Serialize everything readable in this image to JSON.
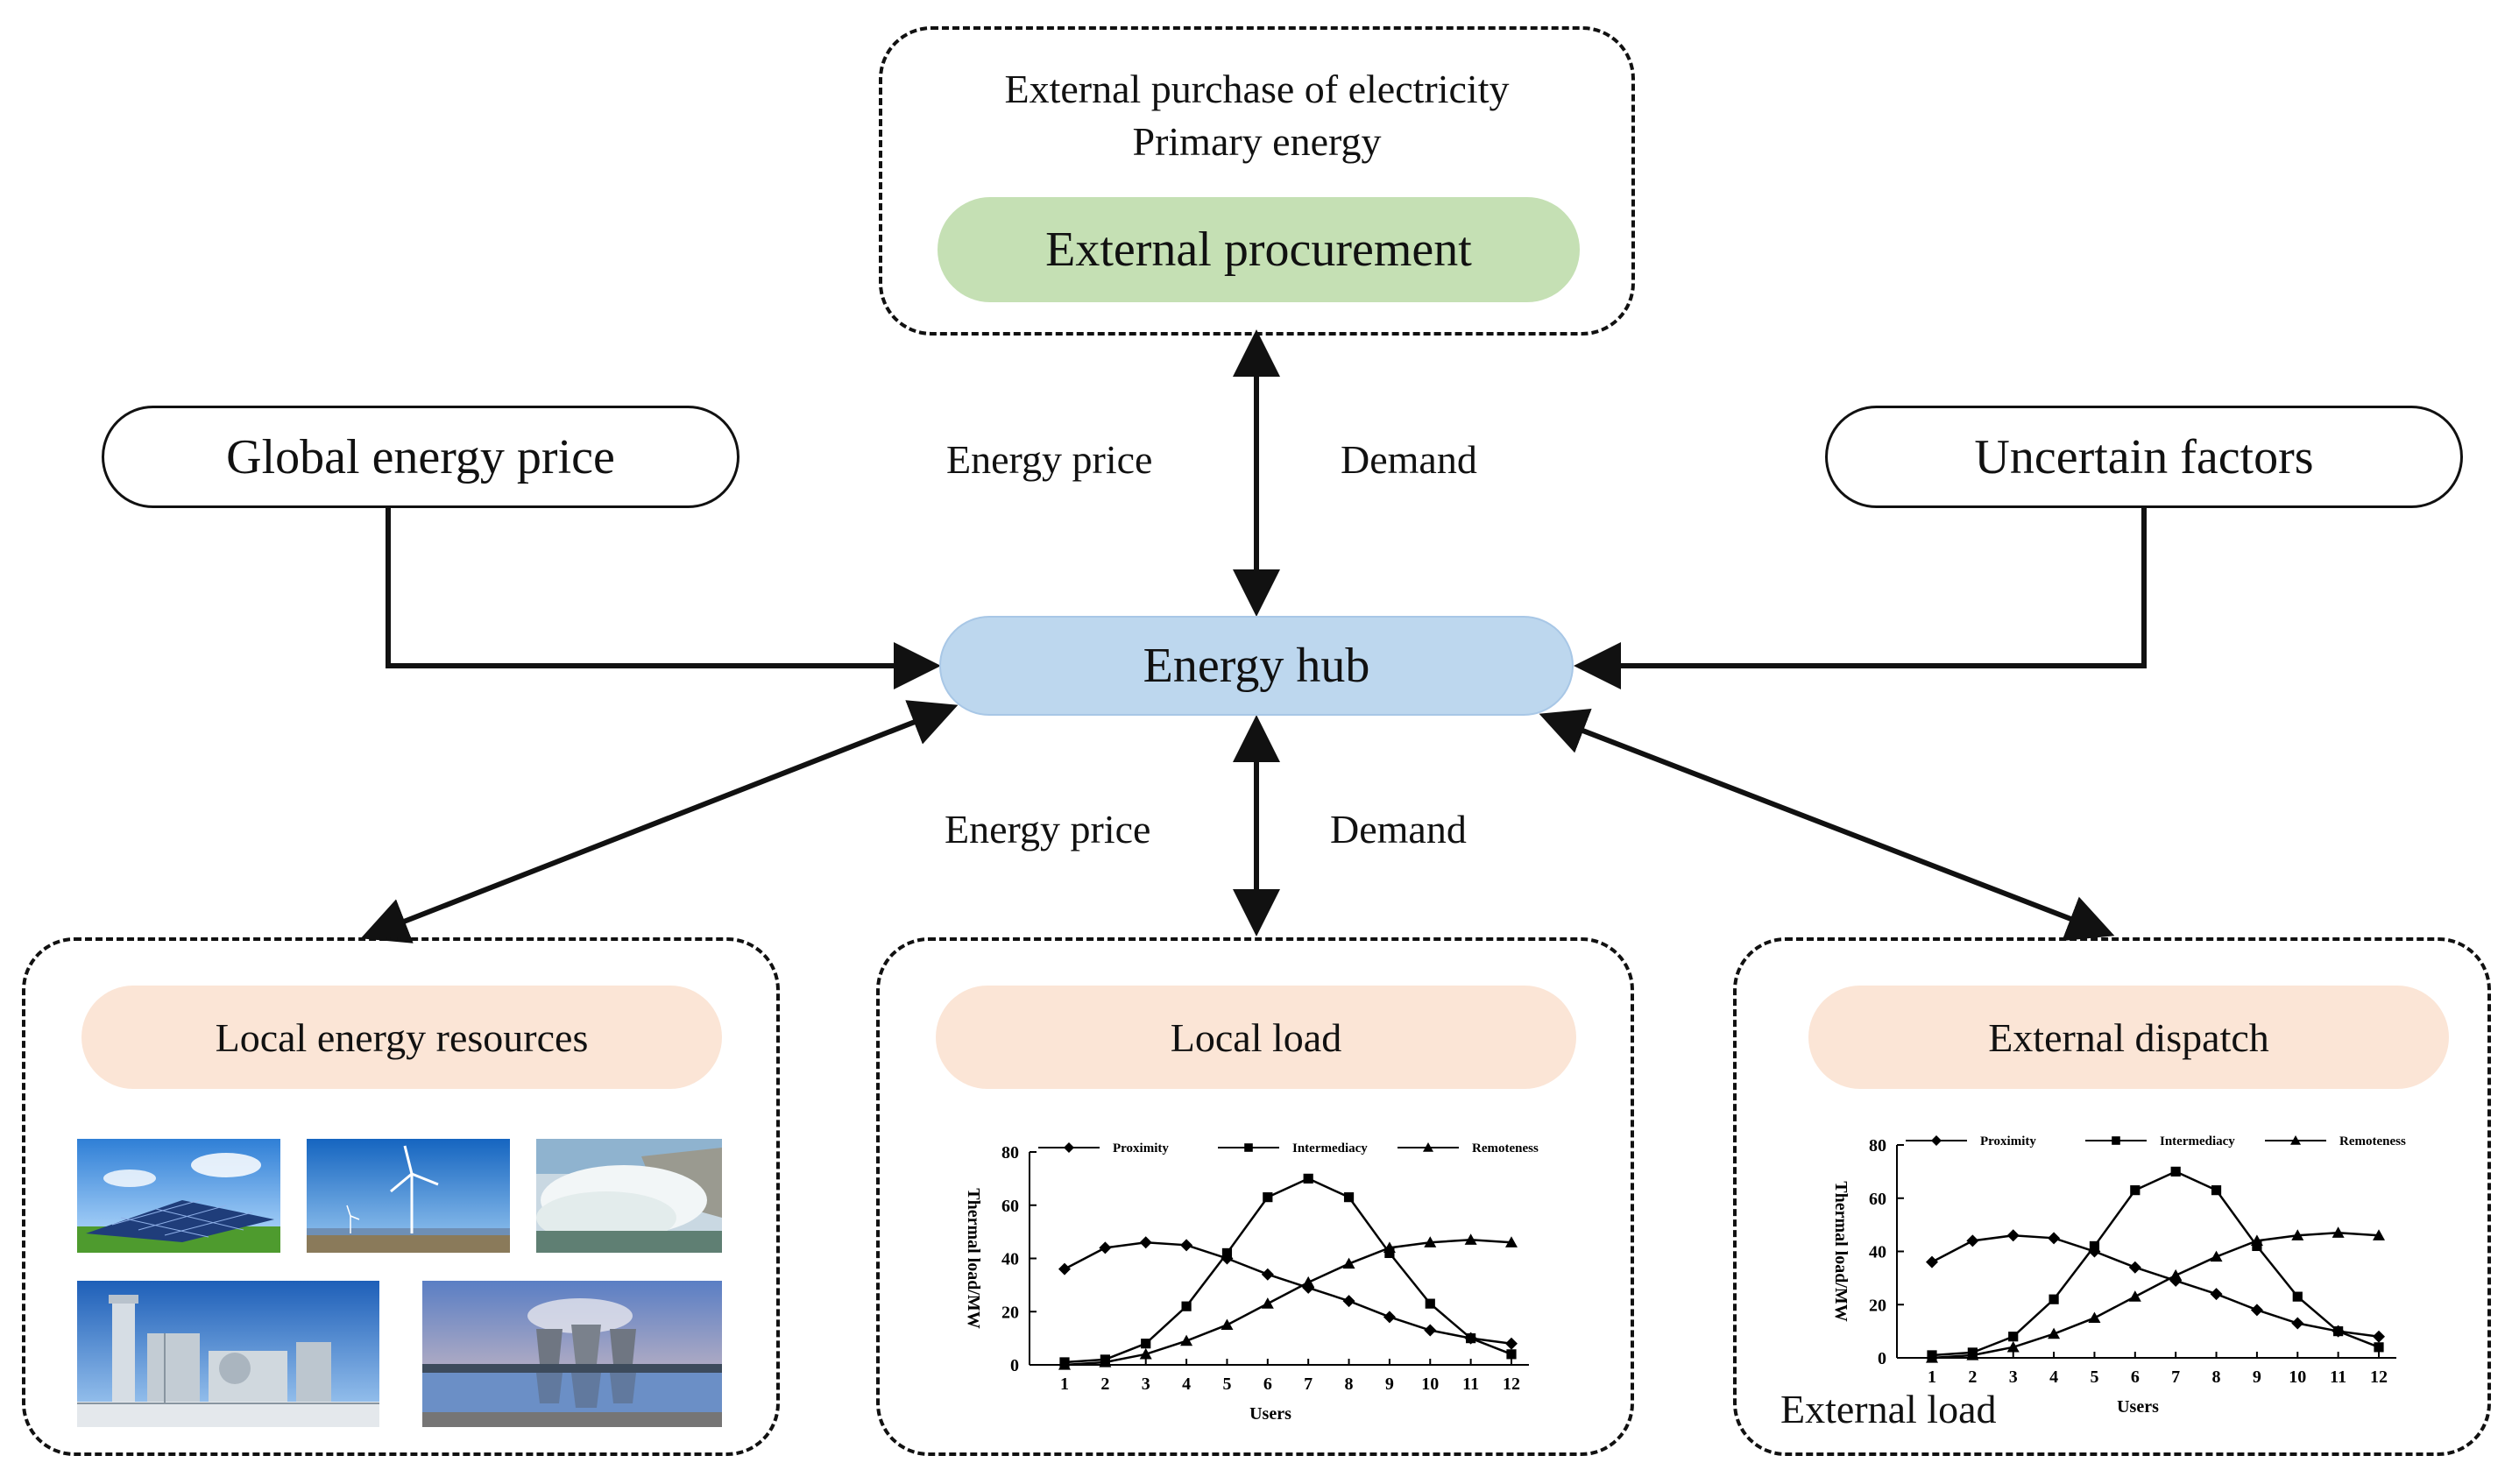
{
  "external": {
    "line1": "External purchase of electricity",
    "line2": "Primary energy",
    "title": "External procurement"
  },
  "global_price": "Global energy price",
  "uncertain": "Uncertain factors",
  "hub": "Energy hub",
  "edges": {
    "top_left": "Energy price",
    "top_right": "Demand",
    "bottom_left": "Energy price",
    "bottom_right": "Demand"
  },
  "local_resources": {
    "title": "Local energy resources"
  },
  "local_load": {
    "title": "Local load"
  },
  "external_dispatch": {
    "title": "External dispatch",
    "footer": "External load"
  },
  "colors": {
    "hub": "#bdd7ee",
    "external": "#c5e0b4",
    "peach": "#fbe5d6"
  },
  "icons": [
    "solar-panels-photo",
    "wind-turbine-photo",
    "hydro-dam-photo",
    "gas-plant-photo",
    "nuclear-plant-photo"
  ],
  "chart_data": [
    {
      "type": "line",
      "ylabel": "Thermal load/MW",
      "xlabel": "Users",
      "x": [
        1,
        2,
        3,
        4,
        5,
        6,
        7,
        8,
        9,
        10,
        11,
        12
      ],
      "ylim": [
        0,
        80
      ],
      "yticks": [
        0,
        20,
        40,
        60,
        80
      ],
      "legend": "top",
      "series": [
        {
          "name": "Proximity",
          "marker": "diamond",
          "values": [
            36,
            44,
            46,
            45,
            40,
            34,
            29,
            24,
            18,
            13,
            10,
            8
          ]
        },
        {
          "name": "Intermediacy",
          "marker": "square",
          "values": [
            1,
            2,
            8,
            22,
            42,
            63,
            70,
            63,
            42,
            23,
            10,
            4
          ]
        },
        {
          "name": "Remoteness",
          "marker": "triangle",
          "values": [
            0,
            1,
            4,
            9,
            15,
            23,
            31,
            38,
            44,
            46,
            47,
            46
          ]
        }
      ]
    },
    {
      "type": "line",
      "ylabel": "Thermal load/MW",
      "xlabel": "Users",
      "x": [
        1,
        2,
        3,
        4,
        5,
        6,
        7,
        8,
        9,
        10,
        11,
        12
      ],
      "ylim": [
        0,
        80
      ],
      "yticks": [
        0,
        20,
        40,
        60,
        80
      ],
      "legend": "top",
      "series": [
        {
          "name": "Proximity",
          "marker": "diamond",
          "values": [
            36,
            44,
            46,
            45,
            40,
            34,
            29,
            24,
            18,
            13,
            10,
            8
          ]
        },
        {
          "name": "Intermediacy",
          "marker": "square",
          "values": [
            1,
            2,
            8,
            22,
            42,
            63,
            70,
            63,
            42,
            23,
            10,
            4
          ]
        },
        {
          "name": "Remoteness",
          "marker": "triangle",
          "values": [
            0,
            1,
            4,
            9,
            15,
            23,
            31,
            38,
            44,
            46,
            47,
            46
          ]
        }
      ]
    }
  ]
}
